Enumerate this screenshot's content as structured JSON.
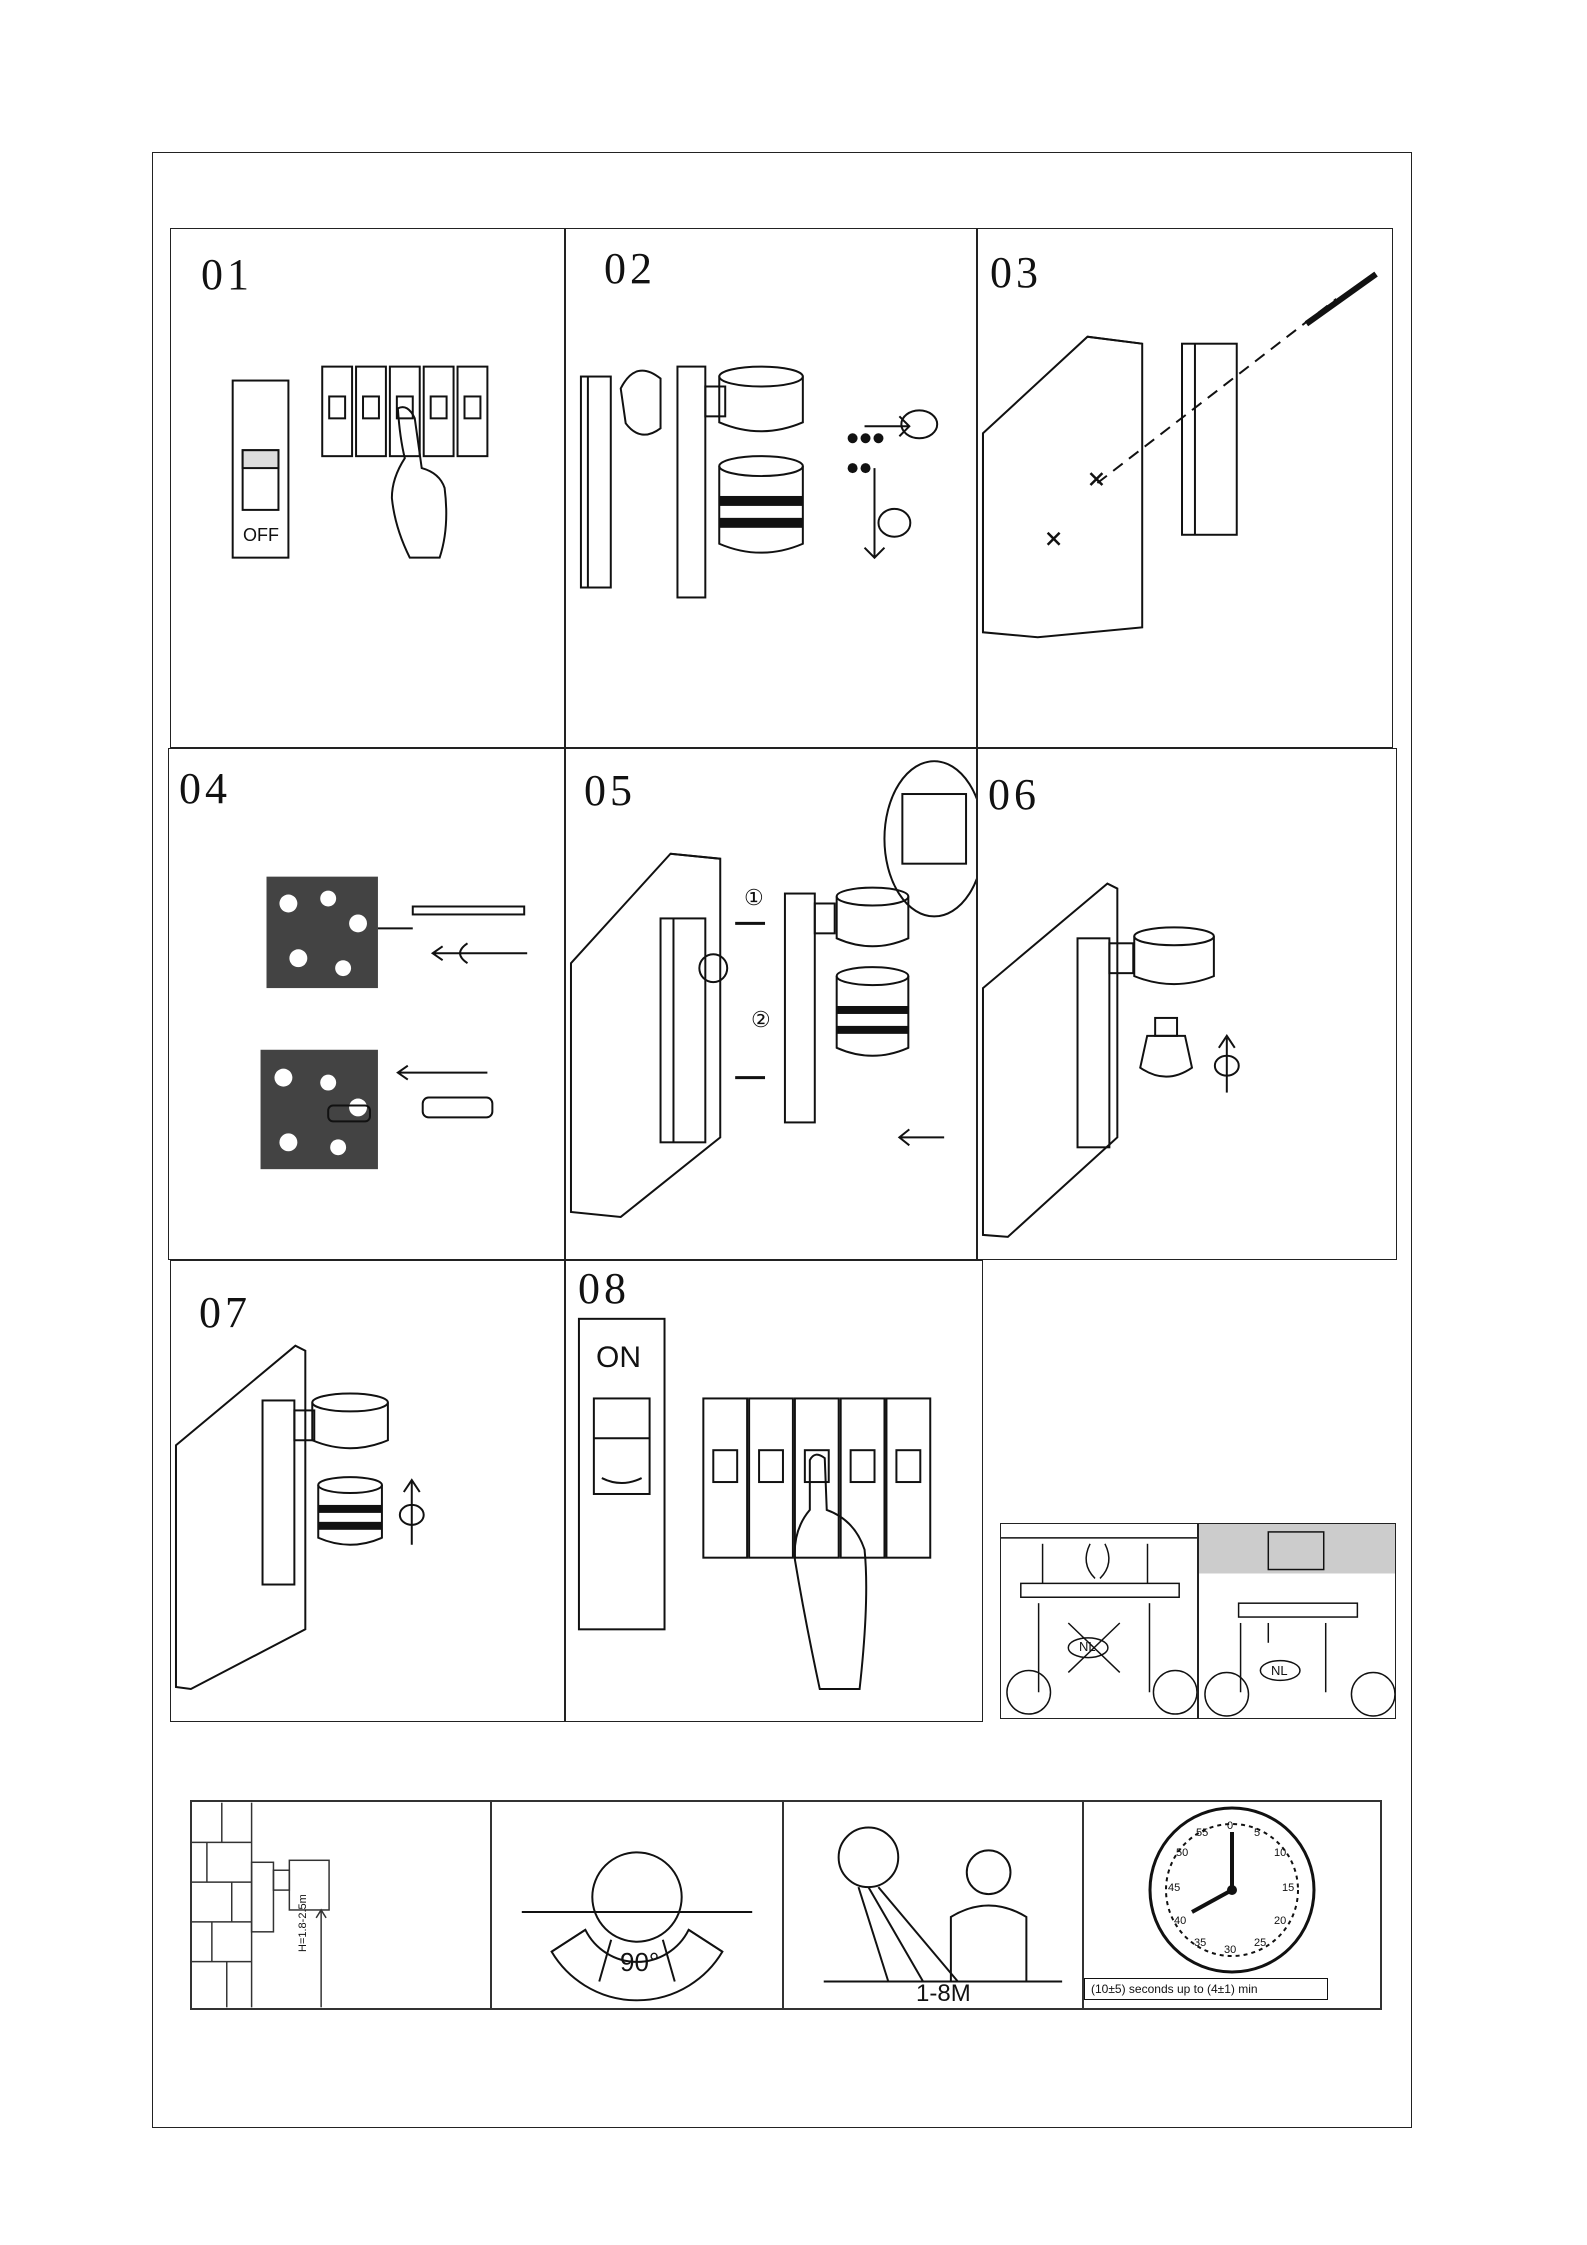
{
  "steps": [
    {
      "number": "01",
      "switch_label": "OFF"
    },
    {
      "number": "02"
    },
    {
      "number": "03"
    },
    {
      "number": "04"
    },
    {
      "number": "05",
      "wire_labels": [
        "①",
        "②"
      ]
    },
    {
      "number": "06"
    },
    {
      "number": "07"
    },
    {
      "number": "08",
      "switch_label": "ON"
    }
  ],
  "ceiling_panels": [
    {
      "badge": "NL"
    },
    {
      "badge": "NL"
    }
  ],
  "specs": {
    "height_label": "H=1.8-2.5m",
    "angle_label": "90°",
    "distance_label": "1-8M",
    "time_label": "(10±5) seconds up to (4±1) min",
    "dial_numbers": [
      "0",
      "5",
      "10",
      "15",
      "20",
      "25",
      "30",
      "35",
      "40",
      "45",
      "50",
      "55"
    ]
  }
}
